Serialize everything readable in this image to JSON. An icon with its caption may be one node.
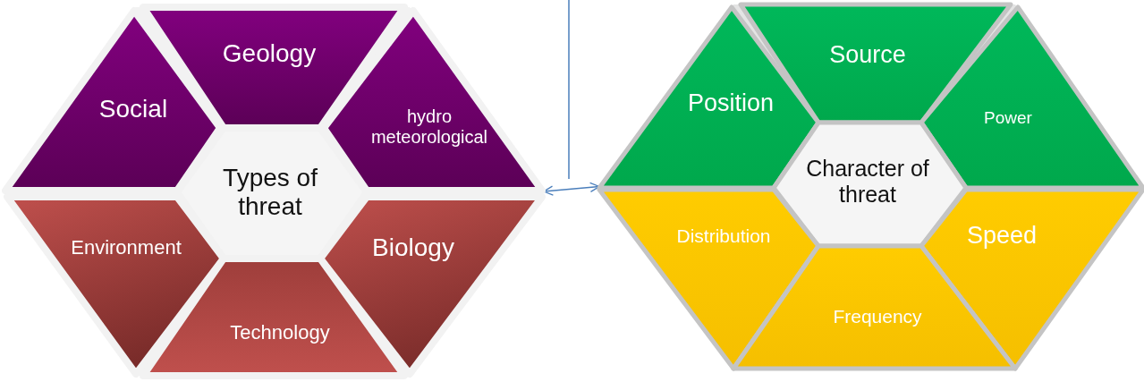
{
  "diagram": {
    "nodes": [
      {
        "text": [],
        "shape": "hexagon"
      },
      {
        "text": [
          "Geology"
        ],
        "in": 0
      },
      {
        "text": [
          "Social"
        ],
        "in": 0
      },
      {
        "text": [
          "hydro meteorological"
        ],
        "in": 0
      },
      {
        "text": [
          "Types of threat"
        ],
        "in": 0
      },
      {
        "text": [
          "Environment"
        ],
        "in": 0
      },
      {
        "text": [
          "Biology"
        ],
        "in": 0
      },
      {
        "text": [
          "Technology"
        ],
        "in": 0
      },
      {
        "text": [],
        "shape": "hexagon"
      },
      {
        "text": [
          "Source"
        ],
        "in": 8
      },
      {
        "text": [
          "Position"
        ],
        "in": 8
      },
      {
        "text": [
          "Power"
        ],
        "in": 8
      },
      {
        "text": [
          "Character of threat"
        ],
        "in": 8
      },
      {
        "text": [
          "Distribution"
        ],
        "in": 8
      },
      {
        "text": [
          "Speed"
        ],
        "in": 8
      },
      {
        "text": [
          "Frequency"
        ],
        "in": 8
      }
    ],
    "edges": [
      {
        "from": 0,
        "to": 8,
        "arrow": "both"
      }
    ]
  }
}
